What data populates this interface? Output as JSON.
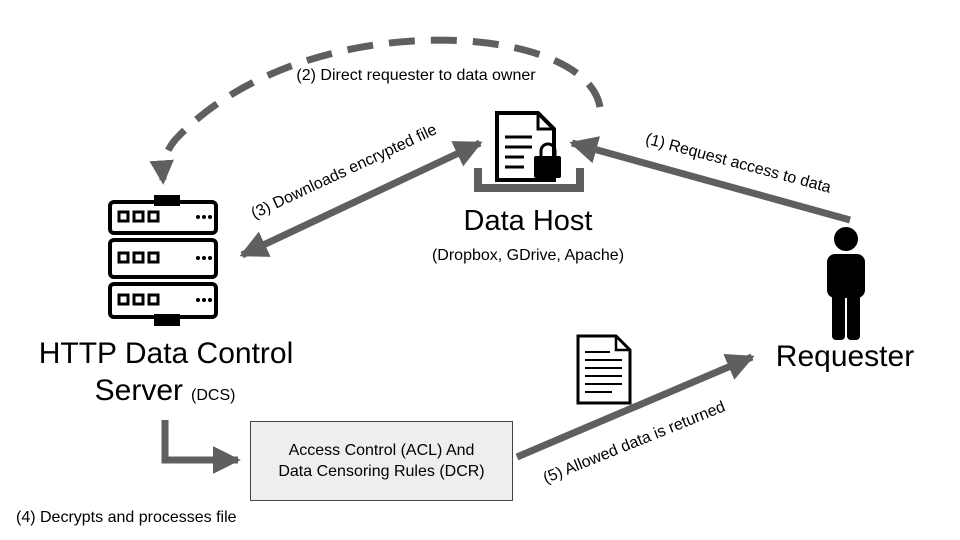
{
  "nodes": {
    "data_host": {
      "title": "Data Host",
      "subtitle": "(Dropbox, GDrive, Apache)"
    },
    "dcs": {
      "title_line1": "HTTP Data Control",
      "title_line2": "Server",
      "abbrev": "(DCS)"
    },
    "requester": {
      "title": "Requester"
    },
    "rules_box": {
      "line1": "Access Control (ACL) And",
      "line2": "Data Censoring Rules (DCR)"
    }
  },
  "edges": {
    "step1": "(1) Request access to data",
    "step2": "(2) Direct requester to data owner",
    "step3": "(3) Downloads encrypted file",
    "step4": "(4) Decrypts and processes file",
    "step5": "(5) Allowed data is returned"
  },
  "icons": [
    "server-icon",
    "locked-file-icon",
    "tray-icon",
    "person-icon",
    "document-icon"
  ],
  "colors": {
    "arrow": "#5f5f5f",
    "box_fill": "#eeeeee",
    "ink": "#000000"
  }
}
